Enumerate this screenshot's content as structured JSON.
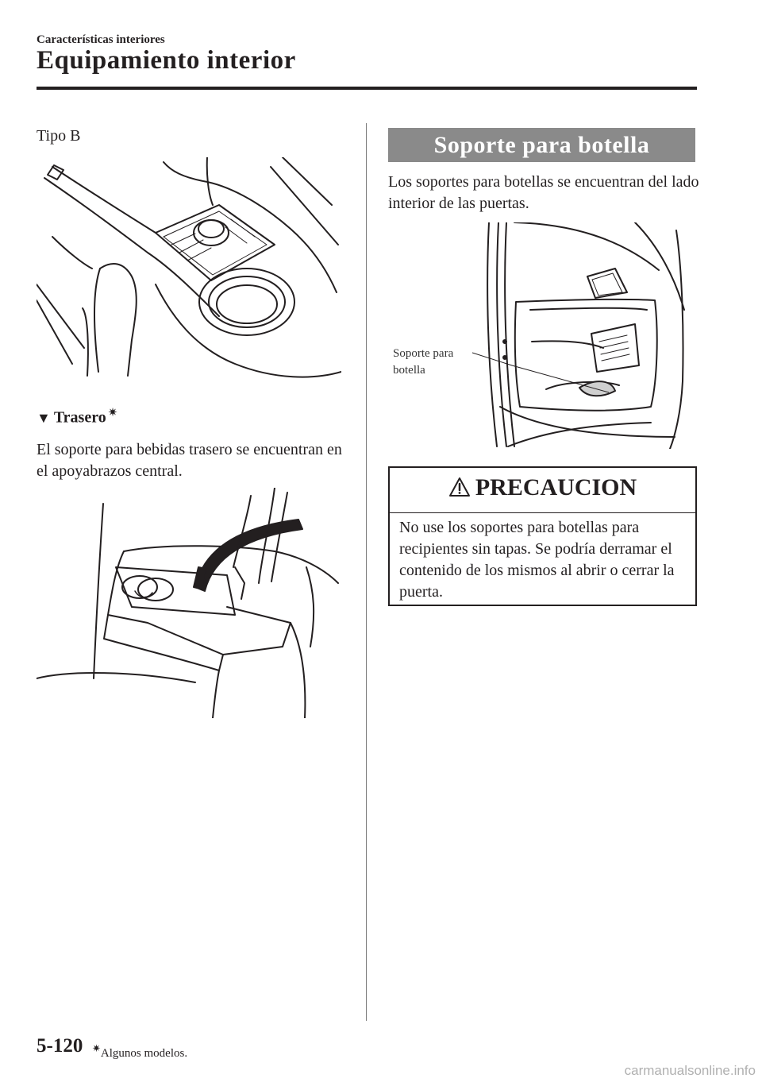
{
  "header": {
    "section": "Características interiores",
    "title": "Equipamiento interior"
  },
  "left": {
    "tipo_b": "Tipo B",
    "trasero_heading": "Trasero",
    "trasero_marker": "▼",
    "trasero_star": "✷",
    "trasero_text": "El soporte para bebidas trasero se encuentran en el apoyabrazos central."
  },
  "right": {
    "banner": "Soporte para botella",
    "intro": "Los soportes para botellas se encuentran del lado interior de las puertas.",
    "callout_line1": "Soporte para",
    "callout_line2": "botella",
    "caution": {
      "title": "PRECAUCION",
      "body": "No use los soportes para botellas para recipientes sin tapas. Se podría derramar el contenido de los mismos al abrir o cerrar la puerta."
    }
  },
  "footer": {
    "page_number": "5-120",
    "note_star": "✷",
    "note": "Algunos modelos.",
    "watermark": "carmanualsonline.info"
  }
}
